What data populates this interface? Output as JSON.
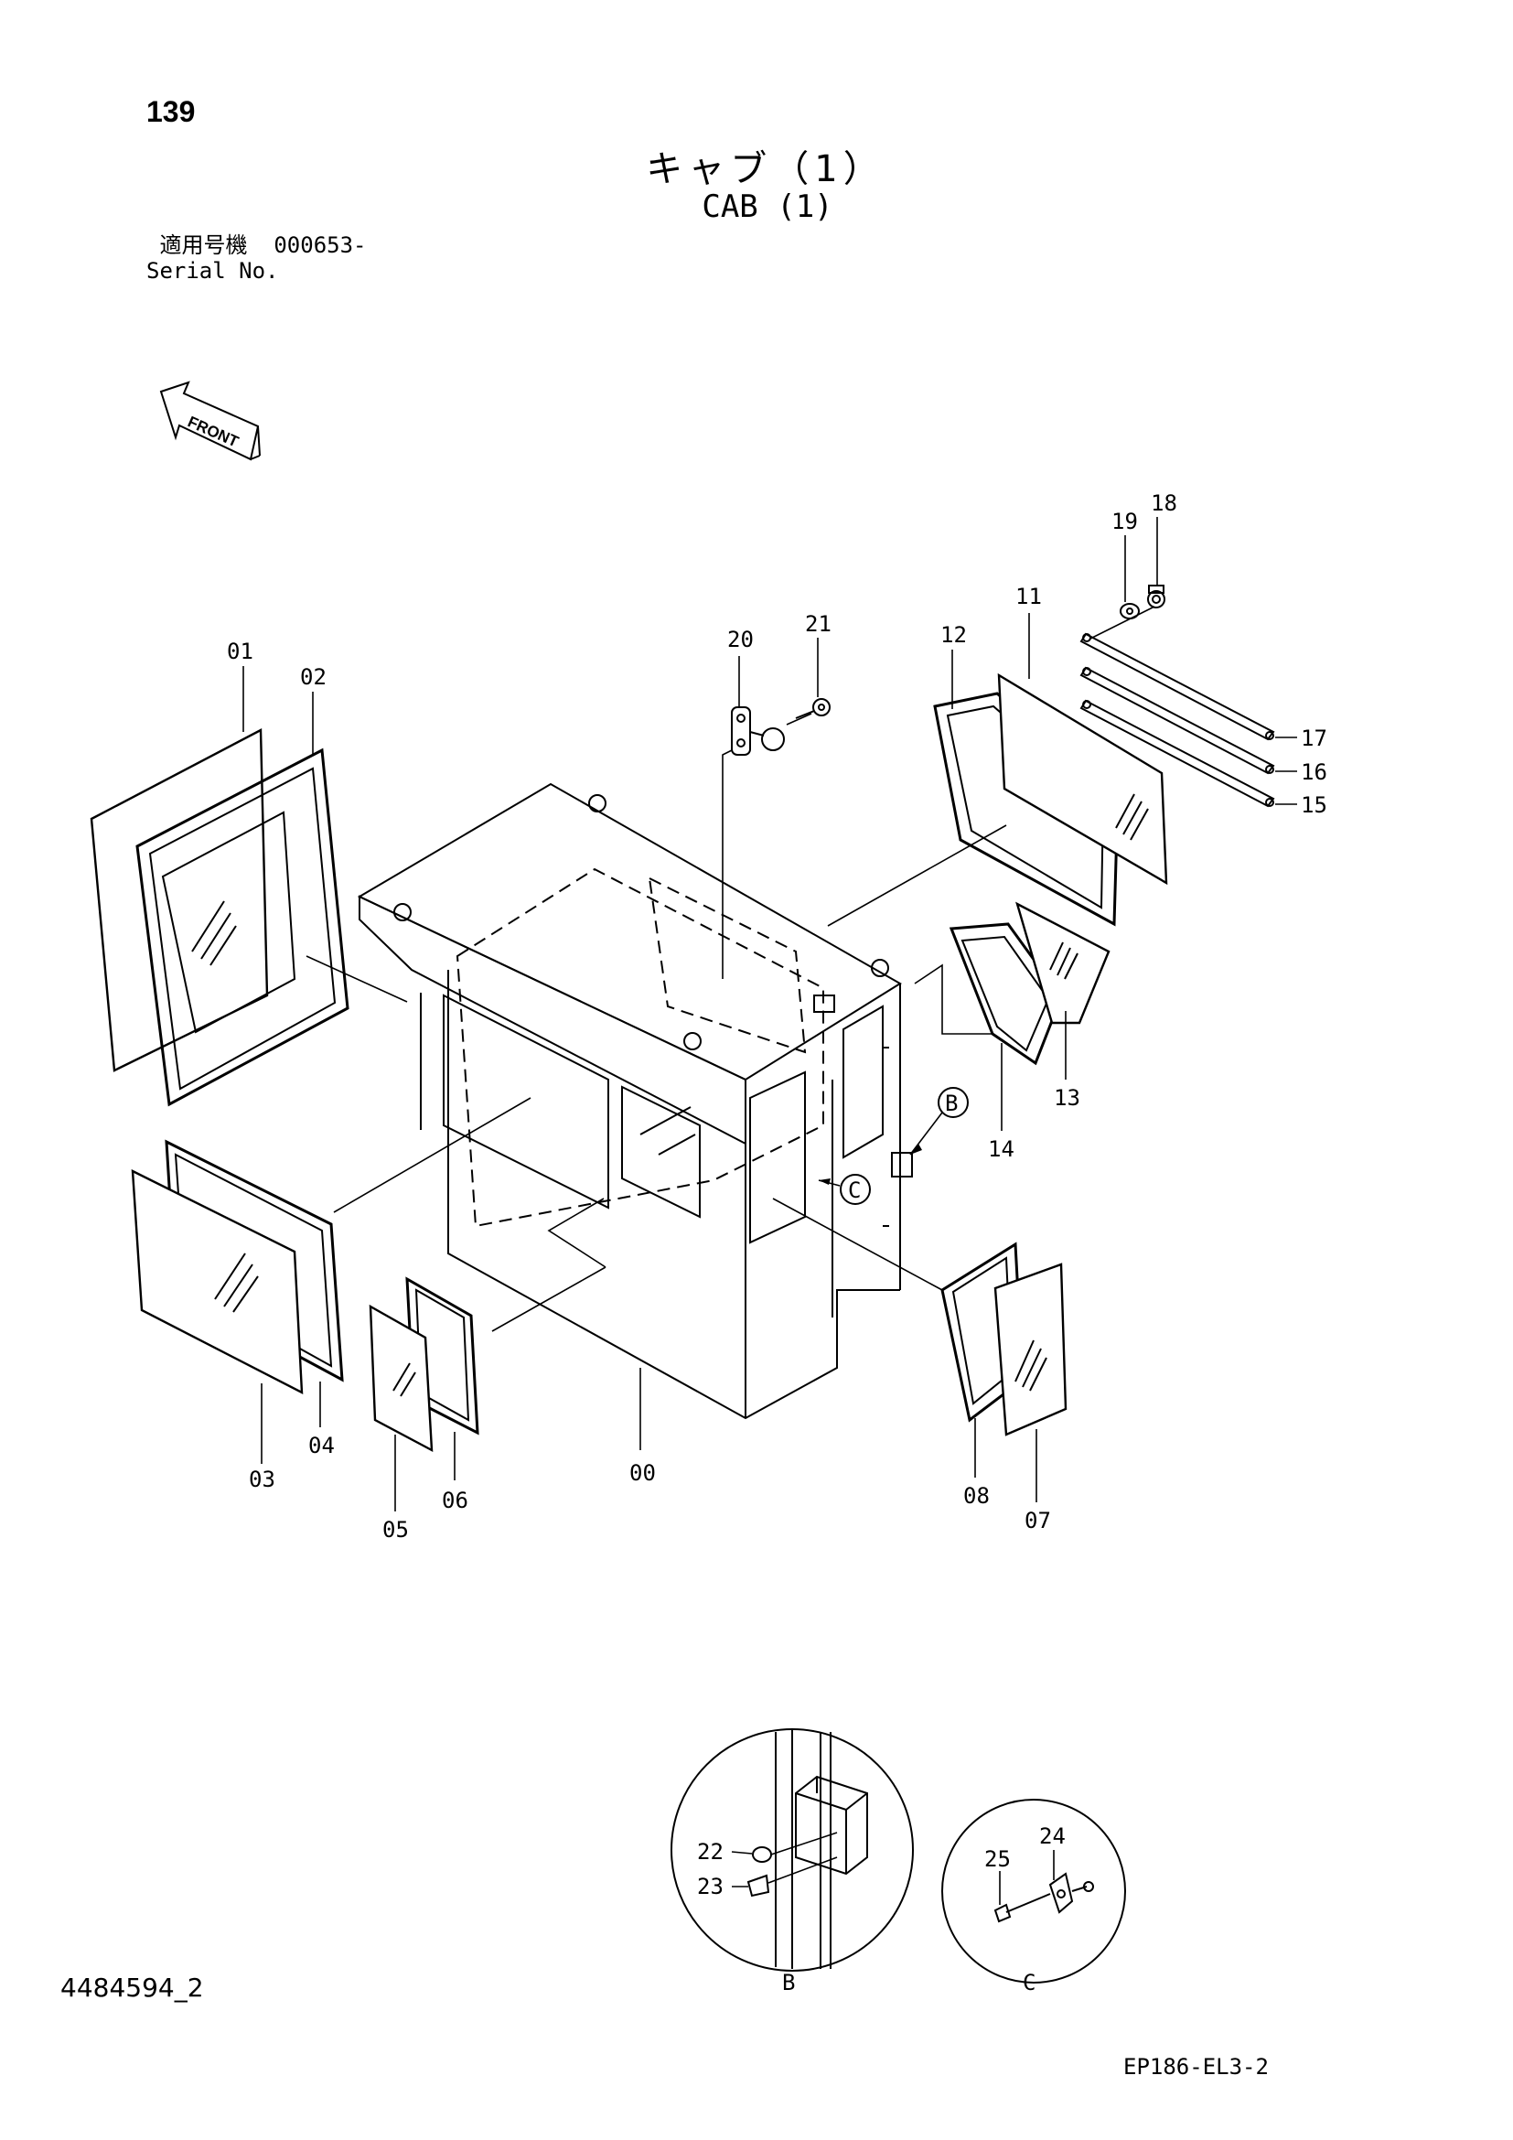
{
  "page_number": "139",
  "title": {
    "japanese": "キャブ（1）",
    "english": "CAB (1)"
  },
  "serial": {
    "label_jp": "適用号機",
    "value": "000653-",
    "label_en": "Serial No."
  },
  "front_marker": "FRONT",
  "callouts": {
    "p00": "00",
    "p01": "01",
    "p02": "02",
    "p03": "03",
    "p04": "04",
    "p05": "05",
    "p06": "06",
    "p07": "07",
    "p08": "08",
    "p11": "11",
    "p12": "12",
    "p13": "13",
    "p14": "14",
    "p15": "15",
    "p16": "16",
    "p17": "17",
    "p18": "18",
    "p19": "19",
    "p20": "20",
    "p21": "21",
    "p22": "22",
    "p23": "23",
    "p24": "24",
    "p25": "25"
  },
  "detail_markers": {
    "b": "B",
    "c": "C"
  },
  "doc_code": "4484594_2",
  "figure_code": "EP186-EL3-2"
}
